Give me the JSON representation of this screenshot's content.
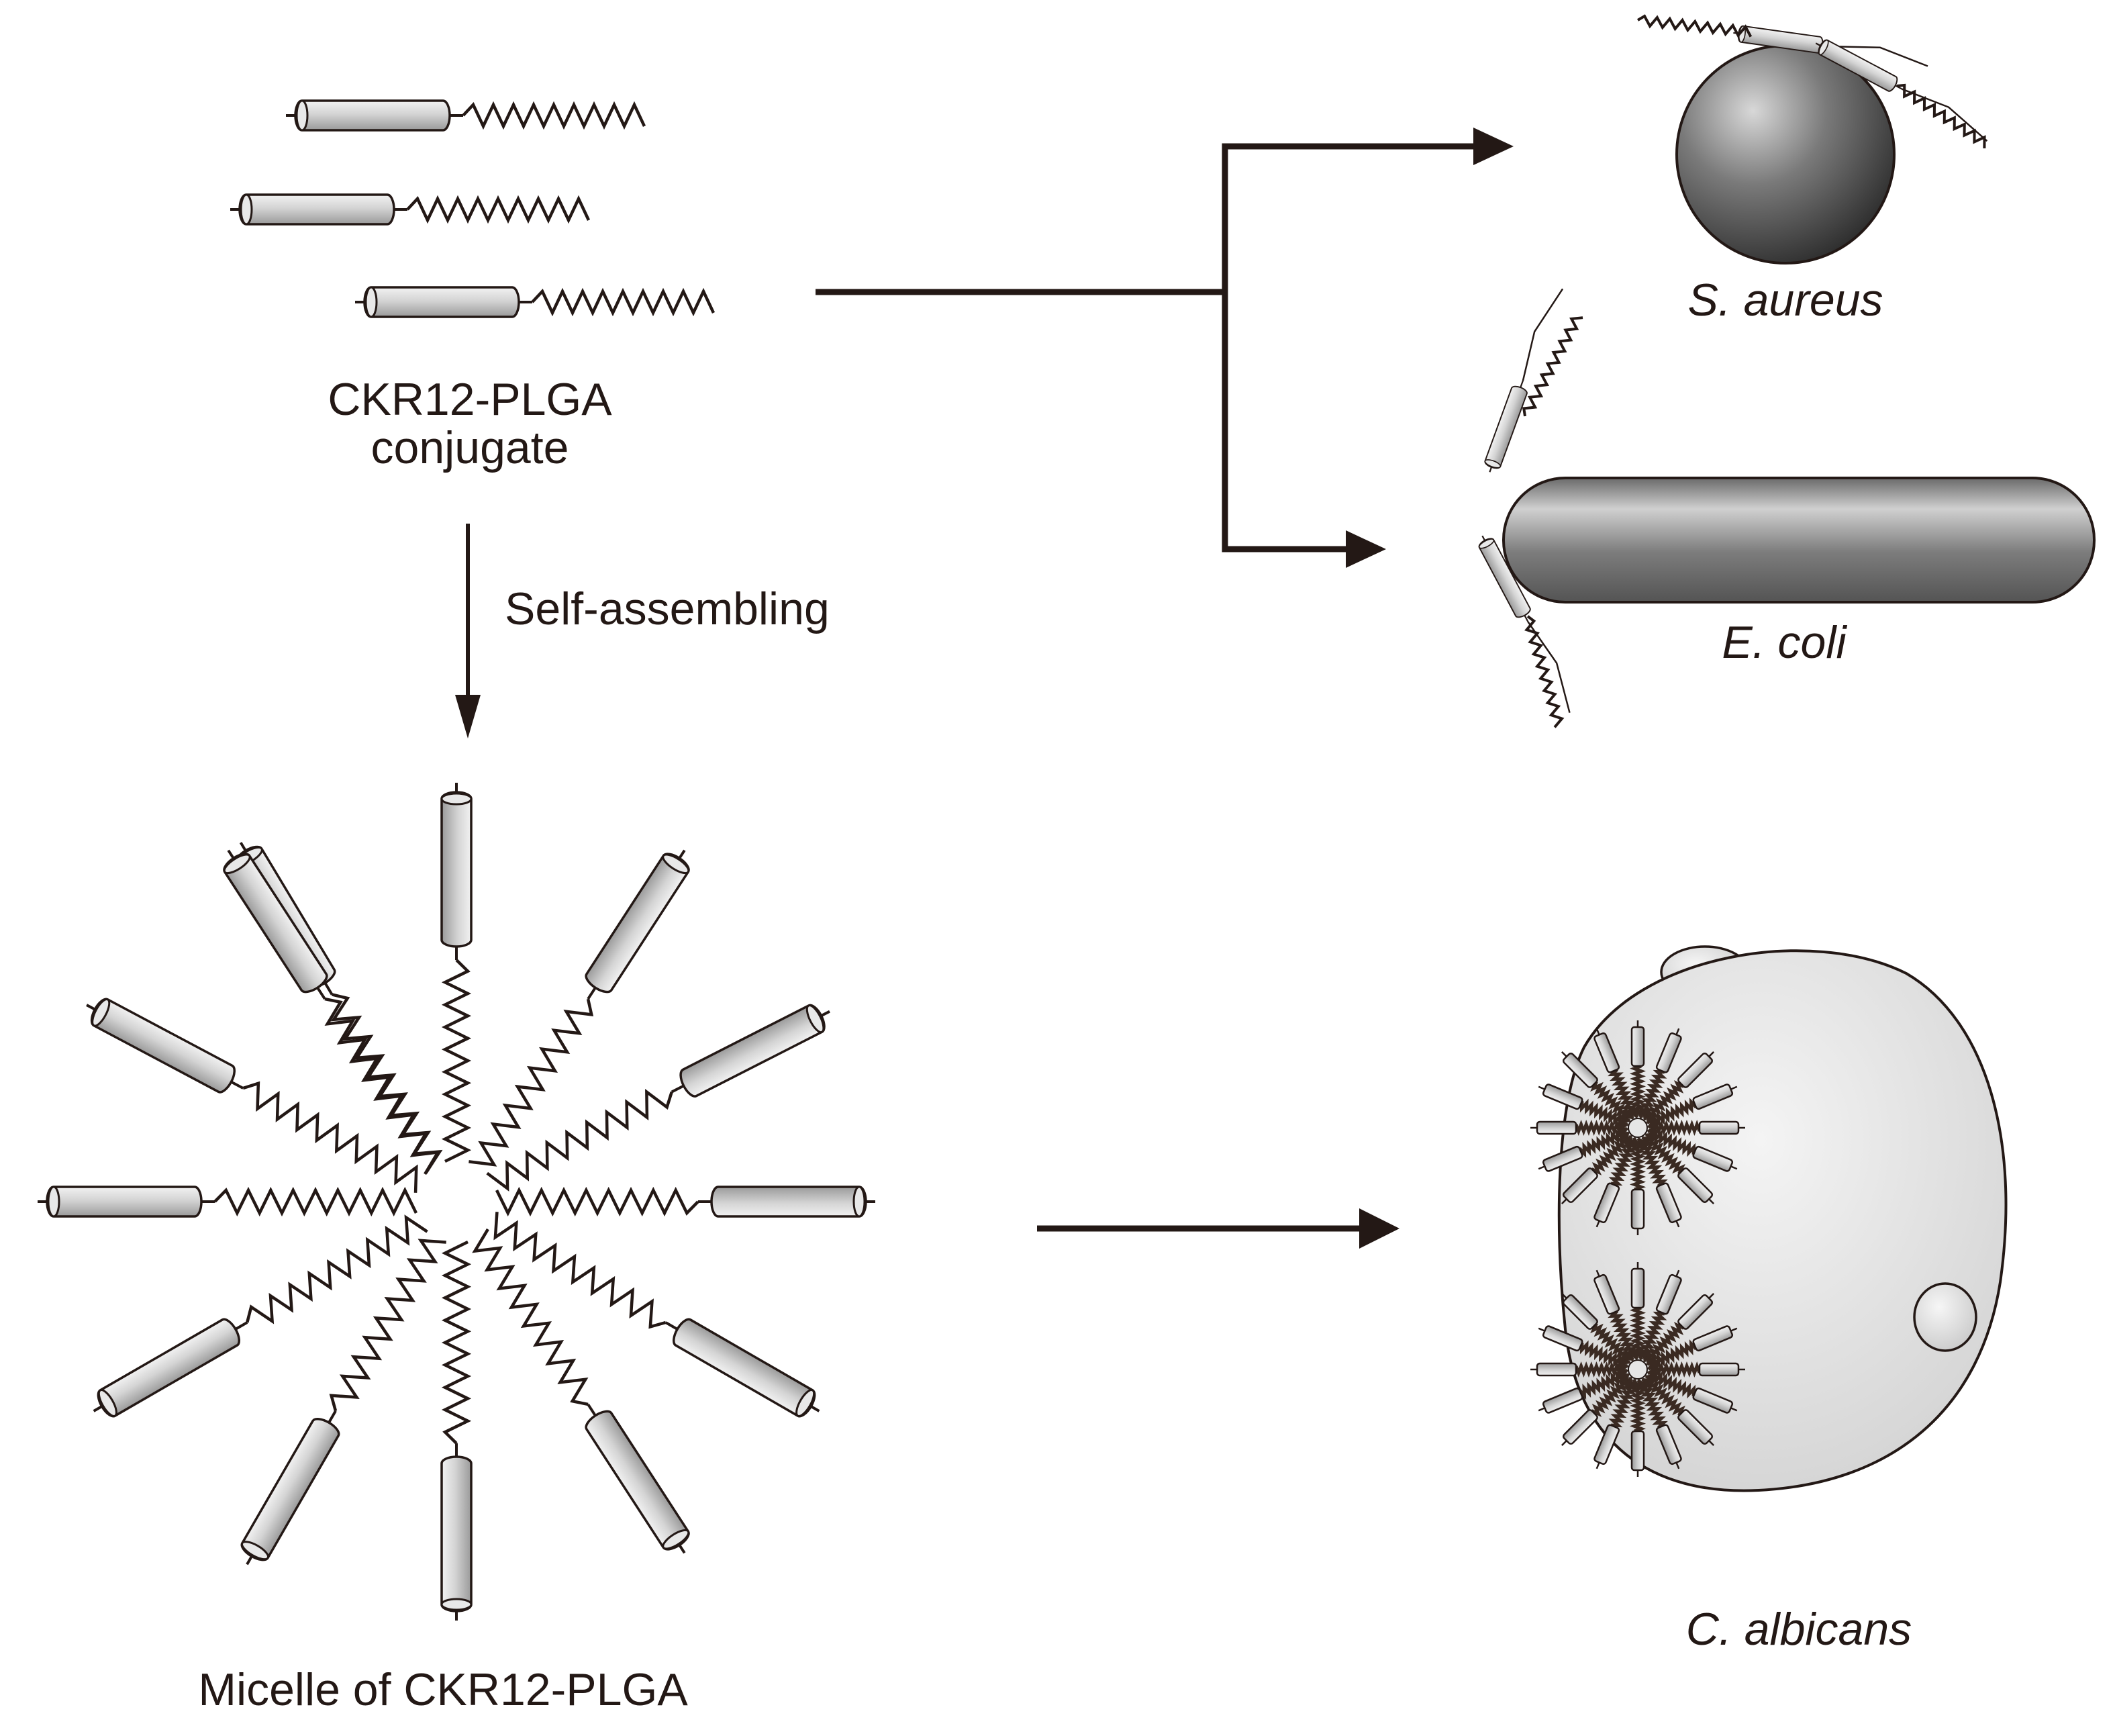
{
  "labels": {
    "conjugate_line1": "CKR12-PLGA",
    "conjugate_line2": "conjugate",
    "self_assembling": "Self-assembling",
    "micelle": "Micelle of CKR12-PLGA",
    "s_aureus": "S. aureus",
    "e_coli": "E. coli",
    "c_albicans": "C. albicans"
  },
  "colors": {
    "stroke": "#231815",
    "cylinder_fill": "#c8c8c8",
    "sphere_dark": "#4a4a4a",
    "rod_fill": "#6e6e6e",
    "yeast_fill": "#e6e6e6"
  }
}
